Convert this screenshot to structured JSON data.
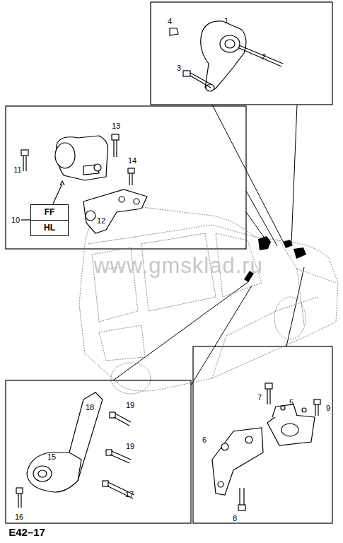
{
  "diagram": {
    "nodes": [
      {
        "text": [
          "FF",
          "HL"
        ]
      }
    ],
    "labels": [
      "4",
      "1",
      "2",
      "3",
      "13",
      "11",
      "14",
      "10",
      "12",
      "www.gmsklad.ru",
      "18",
      "19",
      "15",
      "19",
      "17",
      "16",
      "7",
      "5",
      "9",
      "6",
      "8",
      "E42–17"
    ]
  }
}
